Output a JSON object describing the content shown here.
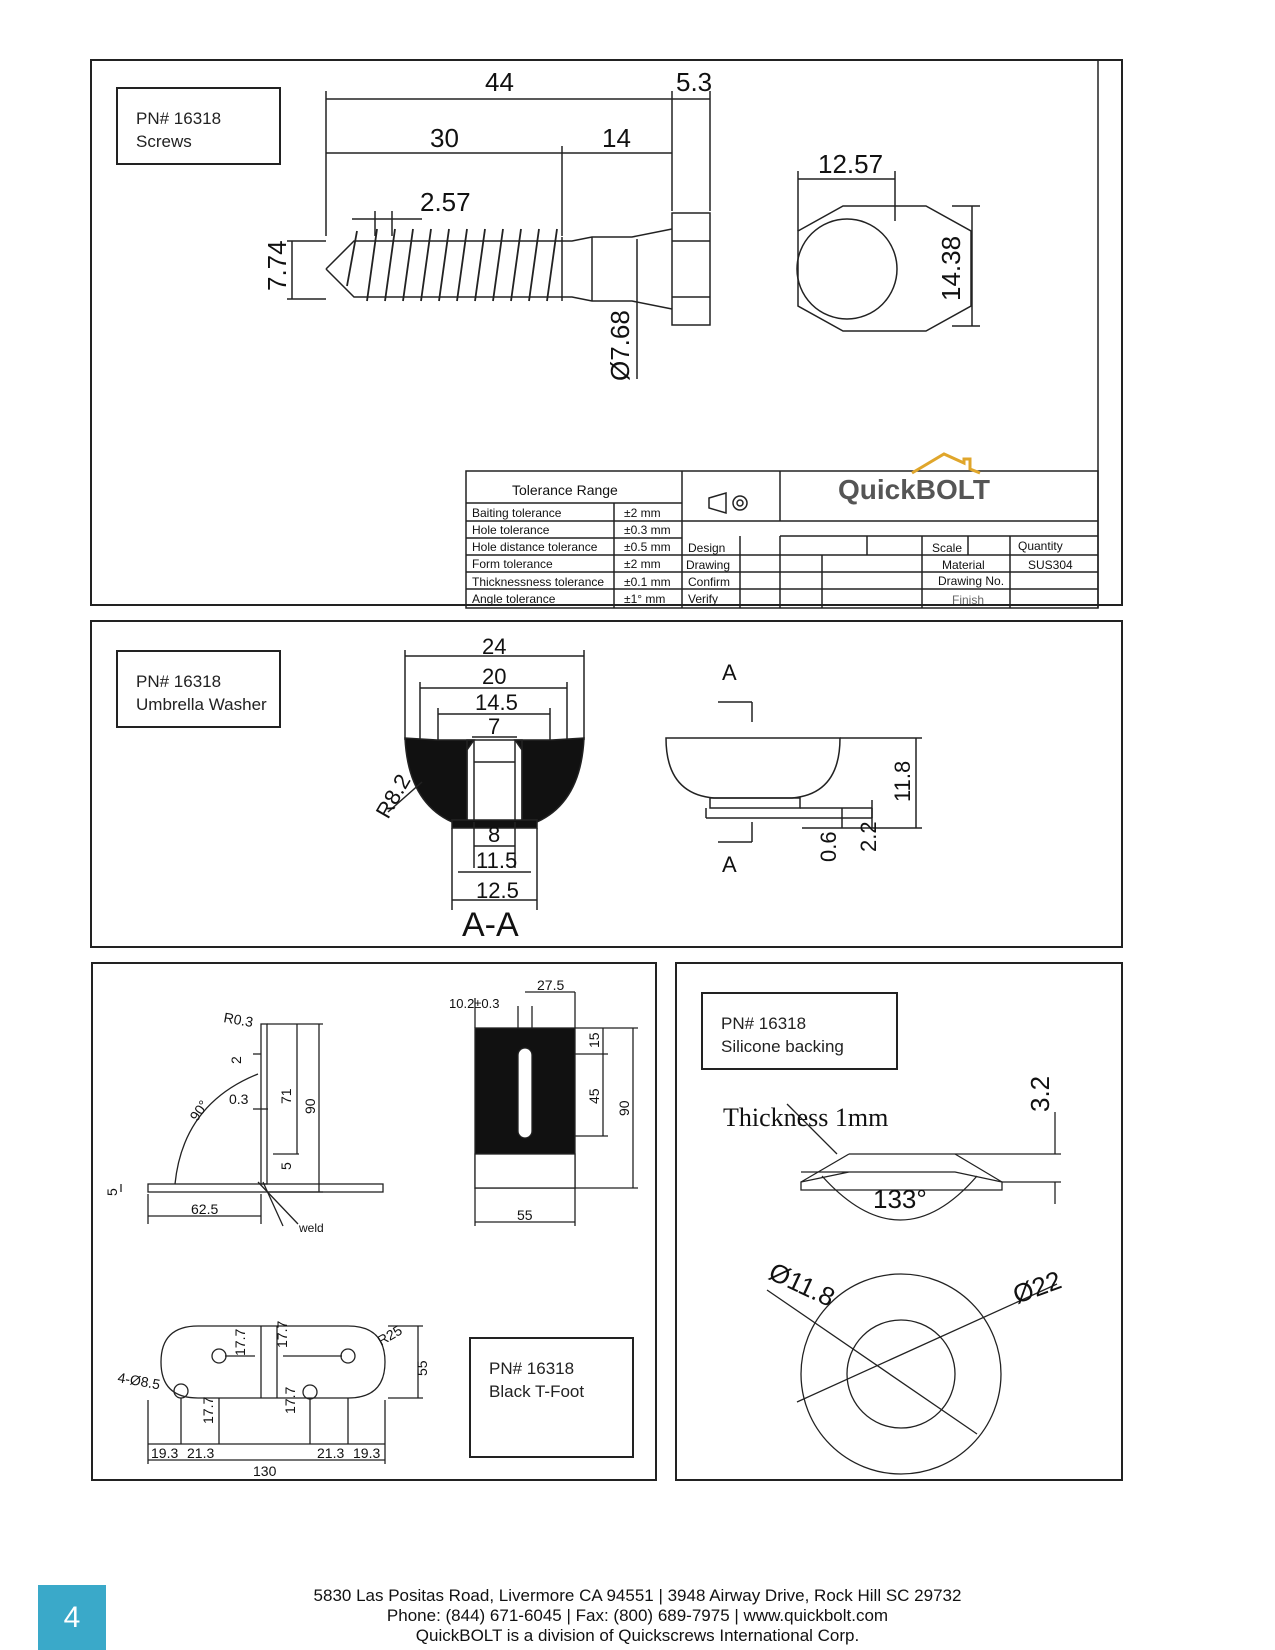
{
  "screws": {
    "pn": "PN# 16318",
    "name": "Screws",
    "dims": {
      "overall": "44",
      "head": "5.3",
      "thread": "30",
      "shank": "14",
      "pitch": "2.57",
      "major": "7.74",
      "shank_dia": "Ø7.68",
      "hex_flat": "12.57",
      "hex_corner": "14.38"
    },
    "tolerance": {
      "title": "Tolerance Range",
      "rows": [
        {
          "label": "Baiting tolerance",
          "value": "±2    mm"
        },
        {
          "label": "Hole tolerance",
          "value": "±0.3 mm"
        },
        {
          "label": "Hole distance tolerance",
          "value": "±0.5 mm"
        },
        {
          "label": "Form tolerance",
          "value": "±2    mm"
        },
        {
          "label": "Thicknessness tolerance",
          "value": "±0.1 mm"
        },
        {
          "label": "Angle tolerance",
          "value": "±1°  mm"
        }
      ],
      "design": "Design",
      "drawing": "Drawing",
      "confirm": "Confirm",
      "verify": "Verify",
      "scale": "Scale",
      "quantity": "Quantity",
      "material": "Material",
      "material_value": "SUS304",
      "drawing_no": "Drawing No.",
      "finish": "Finish",
      "logo": "QuickBOLT"
    }
  },
  "washer": {
    "pn": "PN# 16318",
    "name": "Umbrella Washer",
    "dims": {
      "d24": "24",
      "d20": "20",
      "d14": "14.5",
      "d7": "7",
      "r": "R8.2",
      "d8": "8",
      "d11": "11.5",
      "d12": "12.5",
      "section": "A-A",
      "sec_a": "A",
      "h118": "11.8",
      "h06": "0.6",
      "h22": "2.2"
    }
  },
  "tfoot": {
    "pn": "PN# 16318",
    "name": "Black T-Foot",
    "dims": {
      "r03": "R0.3",
      "d2": "2",
      "d03": "0.3",
      "d71": "71",
      "d90": "90",
      "d5a": "5",
      "angle": "90°",
      "d5b": "5",
      "d625": "62.5",
      "weld": "weld",
      "slot": "10.2±0.3",
      "w275": "27.5",
      "d15": "15",
      "d45": "45",
      "d90b": "90",
      "w55": "55",
      "d177a": "17.7",
      "d177b": "17.7",
      "d177c": "17.7",
      "d177d": "17.7",
      "r25": "R25",
      "holes": "4-Ø8.5",
      "h55": "55",
      "a193": "19.3",
      "a213": "21.3",
      "b213": "21.3",
      "b193": "19.3",
      "total": "130"
    }
  },
  "silicone": {
    "pn": "PN# 16318",
    "name": "Silicone backing",
    "thickness": "Thickness 1mm",
    "height": "3.2",
    "angle": "133°",
    "inner": "Ø11.8",
    "outer": "Ø22"
  },
  "footer": {
    "page": "4",
    "line1": "5830 Las Positas Road, Livermore CA 94551  |  3948 Airway Drive, Rock Hill SC 29732",
    "line2": "Phone: (844) 671-6045 | Fax: (800) 689-7975 | www.quickbolt.com",
    "line3": "QuickBOLT is a division of Quickscrews International Corp."
  }
}
